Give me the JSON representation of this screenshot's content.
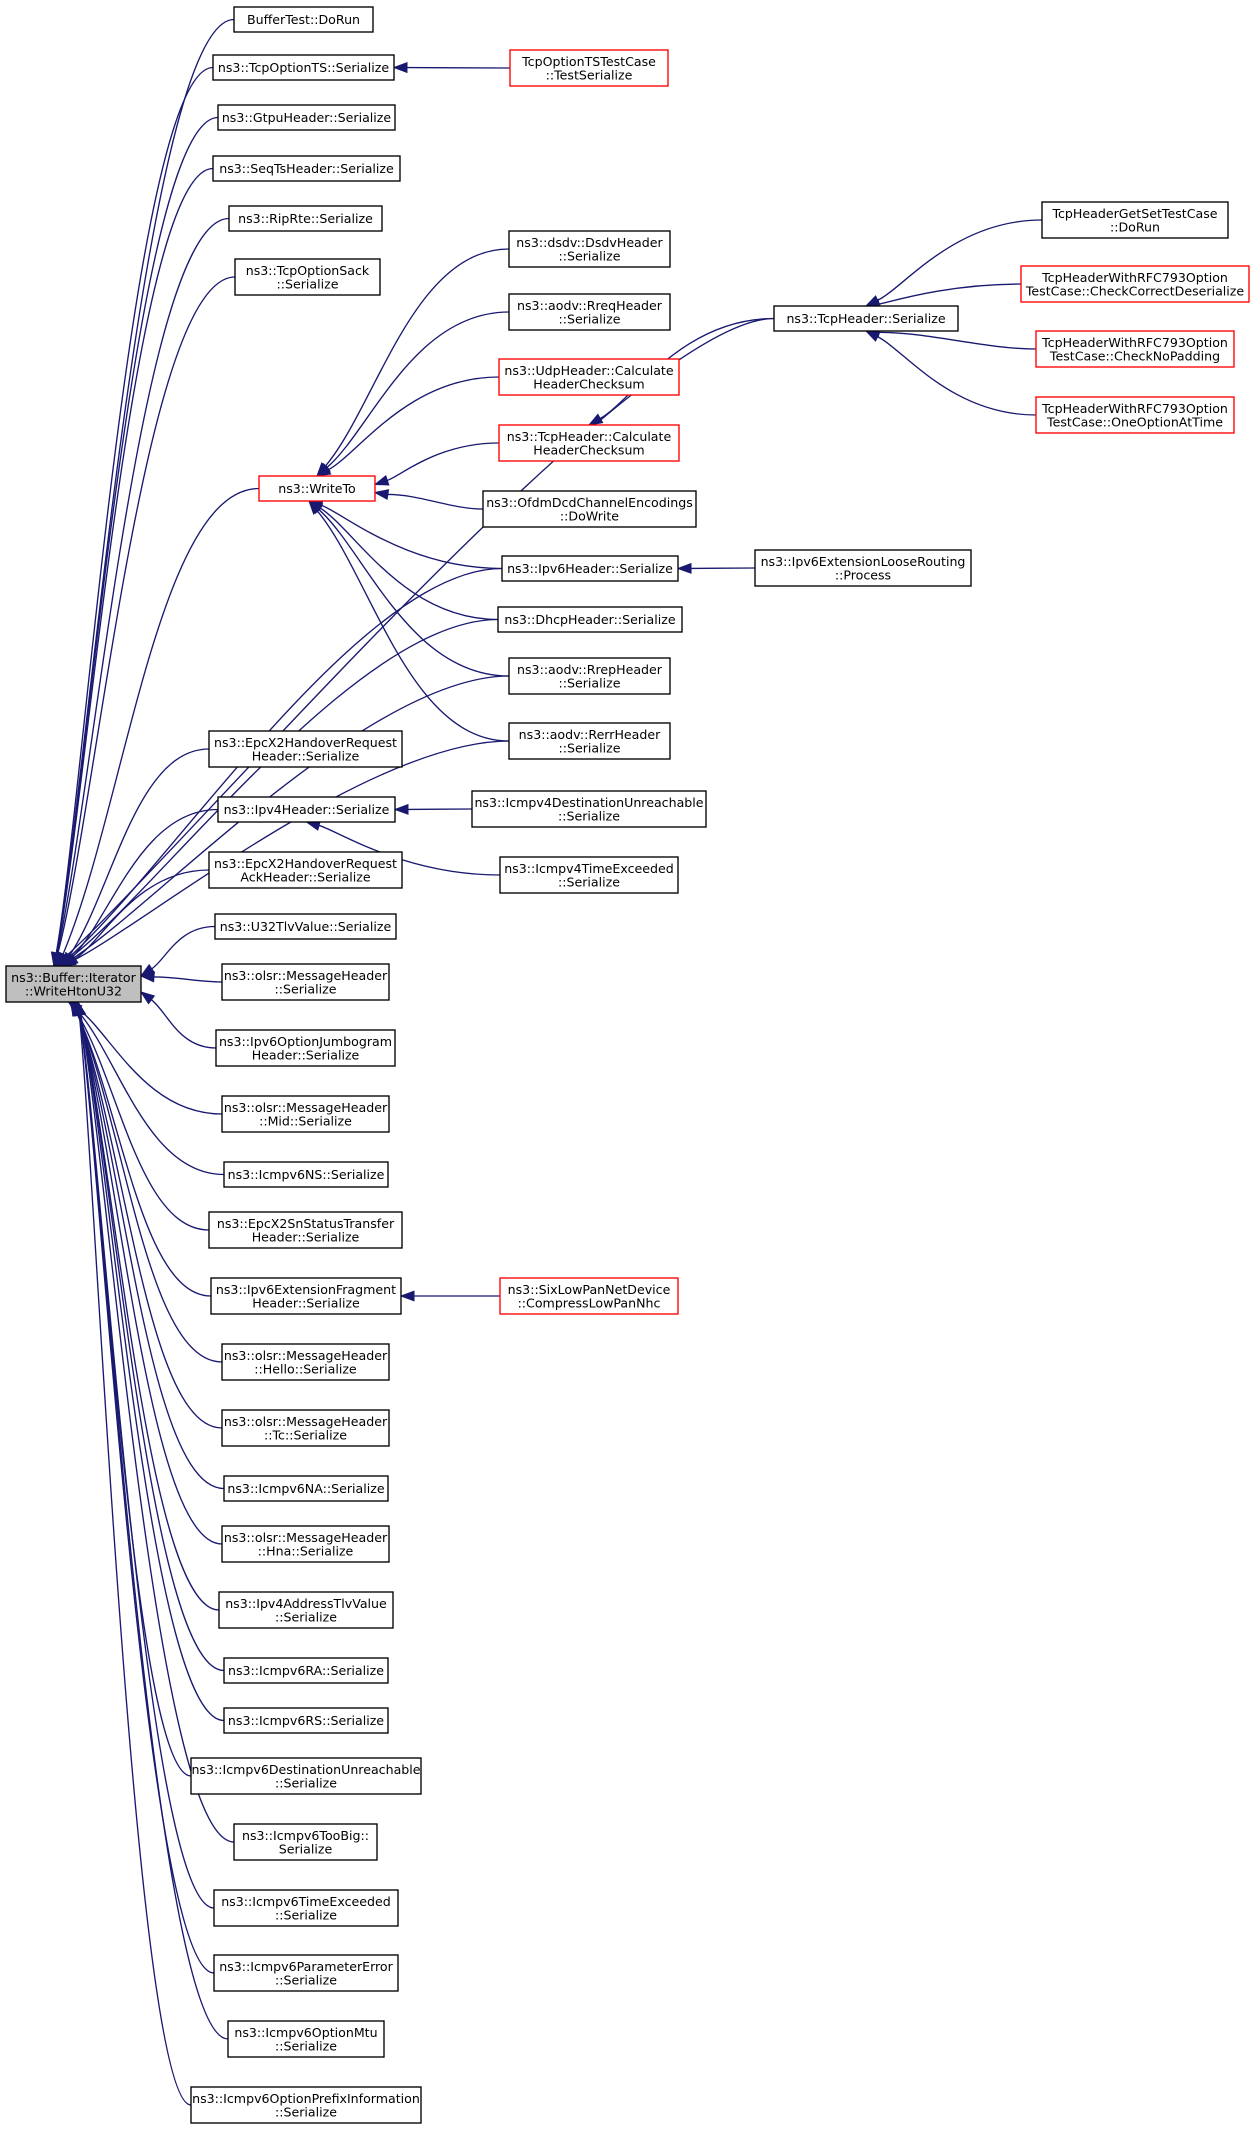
{
  "diagram": {
    "title": "",
    "colors": {
      "edge": "#191970",
      "node_border": "#000000",
      "node_border_truncated": "#ff0000",
      "root_fill": "#bfbfbf",
      "node_fill": "#ffffff"
    },
    "root": {
      "id": "root",
      "lines": [
        "ns3::Buffer::Iterator",
        "::WriteHtonU32"
      ]
    },
    "nodes": [
      {
        "id": "bt_dorun",
        "lines": [
          "BufferTest::DoRun"
        ],
        "truncated": false
      },
      {
        "id": "tcpopt_ts",
        "lines": [
          "ns3::TcpOptionTS::Serialize"
        ],
        "truncated": false
      },
      {
        "id": "tcpopt_ts_test",
        "lines": [
          "TcpOptionTSTestCase",
          "::TestSerialize"
        ],
        "truncated": true
      },
      {
        "id": "gtpu",
        "lines": [
          "ns3::GtpuHeader::Serialize"
        ],
        "truncated": false
      },
      {
        "id": "seqts",
        "lines": [
          "ns3::SeqTsHeader::Serialize"
        ],
        "truncated": false
      },
      {
        "id": "riprte",
        "lines": [
          "ns3::RipRte::Serialize"
        ],
        "truncated": false
      },
      {
        "id": "tcpsack",
        "lines": [
          "ns3::TcpOptionSack",
          "::Serialize"
        ],
        "truncated": false
      },
      {
        "id": "dsdv",
        "lines": [
          "ns3::dsdv::DsdvHeader",
          "::Serialize"
        ],
        "truncated": false
      },
      {
        "id": "aodv_rreq",
        "lines": [
          "ns3::aodv::RreqHeader",
          "::Serialize"
        ],
        "truncated": false
      },
      {
        "id": "udp_csum",
        "lines": [
          "ns3::UdpHeader::Calculate",
          "HeaderChecksum"
        ],
        "truncated": true
      },
      {
        "id": "tcp_csum",
        "lines": [
          "ns3::TcpHeader::Calculate",
          "HeaderChecksum"
        ],
        "truncated": true
      },
      {
        "id": "writeto",
        "lines": [
          "ns3::WriteTo"
        ],
        "truncated": true
      },
      {
        "id": "ofdm",
        "lines": [
          "ns3::OfdmDcdChannelEncodings",
          "::DoWrite"
        ],
        "truncated": false
      },
      {
        "id": "ipv6hdr",
        "lines": [
          "ns3::Ipv6Header::Serialize"
        ],
        "truncated": false
      },
      {
        "id": "ipv6loose",
        "lines": [
          "ns3::Ipv6ExtensionLooseRouting",
          "::Process"
        ],
        "truncated": false
      },
      {
        "id": "dhcp",
        "lines": [
          "ns3::DhcpHeader::Serialize"
        ],
        "truncated": false
      },
      {
        "id": "aodv_rrep",
        "lines": [
          "ns3::aodv::RrepHeader",
          "::Serialize"
        ],
        "truncated": false
      },
      {
        "id": "aodv_rerr",
        "lines": [
          "ns3::aodv::RerrHeader",
          "::Serialize"
        ],
        "truncated": false
      },
      {
        "id": "tcphdr",
        "lines": [
          "ns3::TcpHeader::Serialize"
        ],
        "truncated": false
      },
      {
        "id": "tcp_getset",
        "lines": [
          "TcpHeaderGetSetTestCase",
          "::DoRun"
        ],
        "truncated": false
      },
      {
        "id": "tcp_ccd",
        "lines": [
          "TcpHeaderWithRFC793Option",
          "TestCase::CheckCorrectDeserialize"
        ],
        "truncated": true
      },
      {
        "id": "tcp_cnp",
        "lines": [
          "TcpHeaderWithRFC793Option",
          "TestCase::CheckNoPadding"
        ],
        "truncated": true
      },
      {
        "id": "tcp_ooat",
        "lines": [
          "TcpHeaderWithRFC793Option",
          "TestCase::OneOptionAtTime"
        ],
        "truncated": true
      },
      {
        "id": "epc_hr",
        "lines": [
          "ns3::EpcX2HandoverRequest",
          "Header::Serialize"
        ],
        "truncated": false
      },
      {
        "id": "ipv4hdr",
        "lines": [
          "ns3::Ipv4Header::Serialize"
        ],
        "truncated": false
      },
      {
        "id": "icmpv4_du",
        "lines": [
          "ns3::Icmpv4DestinationUnreachable",
          "::Serialize"
        ],
        "truncated": false
      },
      {
        "id": "icmpv4_te",
        "lines": [
          "ns3::Icmpv4TimeExceeded",
          "::Serialize"
        ],
        "truncated": false
      },
      {
        "id": "epc_hra",
        "lines": [
          "ns3::EpcX2HandoverRequest",
          "AckHeader::Serialize"
        ],
        "truncated": false
      },
      {
        "id": "u32tlv",
        "lines": [
          "ns3::U32TlvValue::Serialize"
        ],
        "truncated": false
      },
      {
        "id": "olsr_mh",
        "lines": [
          "ns3::olsr::MessageHeader",
          "::Serialize"
        ],
        "truncated": false
      },
      {
        "id": "ipv6jumbo",
        "lines": [
          "ns3::Ipv6OptionJumbogram",
          "Header::Serialize"
        ],
        "truncated": false
      },
      {
        "id": "olsr_mid",
        "lines": [
          "ns3::olsr::MessageHeader",
          "::Mid::Serialize"
        ],
        "truncated": false
      },
      {
        "id": "icmpv6ns",
        "lines": [
          "ns3::Icmpv6NS::Serialize"
        ],
        "truncated": false
      },
      {
        "id": "epc_snst",
        "lines": [
          "ns3::EpcX2SnStatusTransfer",
          "Header::Serialize"
        ],
        "truncated": false
      },
      {
        "id": "ipv6frag",
        "lines": [
          "ns3::Ipv6ExtensionFragment",
          "Header::Serialize"
        ],
        "truncated": false
      },
      {
        "id": "sixlowpan",
        "lines": [
          "ns3::SixLowPanNetDevice",
          "::CompressLowPanNhc"
        ],
        "truncated": true
      },
      {
        "id": "olsr_hello",
        "lines": [
          "ns3::olsr::MessageHeader",
          "::Hello::Serialize"
        ],
        "truncated": false
      },
      {
        "id": "olsr_tc",
        "lines": [
          "ns3::olsr::MessageHeader",
          "::Tc::Serialize"
        ],
        "truncated": false
      },
      {
        "id": "icmpv6na",
        "lines": [
          "ns3::Icmpv6NA::Serialize"
        ],
        "truncated": false
      },
      {
        "id": "olsr_hna",
        "lines": [
          "ns3::olsr::MessageHeader",
          "::Hna::Serialize"
        ],
        "truncated": false
      },
      {
        "id": "ipv4addrtlv",
        "lines": [
          "ns3::Ipv4AddressTlvValue",
          "::Serialize"
        ],
        "truncated": false
      },
      {
        "id": "icmpv6ra",
        "lines": [
          "ns3::Icmpv6RA::Serialize"
        ],
        "truncated": false
      },
      {
        "id": "icmpv6rs",
        "lines": [
          "ns3::Icmpv6RS::Serialize"
        ],
        "truncated": false
      },
      {
        "id": "icmpv6du",
        "lines": [
          "ns3::Icmpv6DestinationUnreachable",
          "::Serialize"
        ],
        "truncated": false
      },
      {
        "id": "icmpv6tb",
        "lines": [
          "ns3::Icmpv6TooBig::",
          "Serialize"
        ],
        "truncated": false
      },
      {
        "id": "icmpv6te",
        "lines": [
          "ns3::Icmpv6TimeExceeded",
          "::Serialize"
        ],
        "truncated": false
      },
      {
        "id": "icmpv6pe",
        "lines": [
          "ns3::Icmpv6ParameterError",
          "::Serialize"
        ],
        "truncated": false
      },
      {
        "id": "icmpv6mtu",
        "lines": [
          "ns3::Icmpv6OptionMtu",
          "::Serialize"
        ],
        "truncated": false
      },
      {
        "id": "icmpv6pi",
        "lines": [
          "ns3::Icmpv6OptionPrefixInformation",
          "::Serialize"
        ],
        "truncated": false
      }
    ],
    "edges": [
      [
        "bt_dorun",
        "root"
      ],
      [
        "tcpopt_ts",
        "root"
      ],
      [
        "tcpopt_ts_test",
        "tcpopt_ts"
      ],
      [
        "gtpu",
        "root"
      ],
      [
        "seqts",
        "root"
      ],
      [
        "riprte",
        "root"
      ],
      [
        "tcpsack",
        "root"
      ],
      [
        "tcphdr",
        "root"
      ],
      [
        "writeto",
        "root"
      ],
      [
        "dsdv",
        "writeto"
      ],
      [
        "aodv_rreq",
        "writeto"
      ],
      [
        "udp_csum",
        "writeto"
      ],
      [
        "tcp_csum",
        "writeto"
      ],
      [
        "ofdm",
        "writeto"
      ],
      [
        "ipv6hdr",
        "writeto"
      ],
      [
        "dhcp",
        "writeto"
      ],
      [
        "aodv_rrep",
        "writeto"
      ],
      [
        "aodv_rerr",
        "writeto"
      ],
      [
        "tcphdr",
        "tcp_csum"
      ],
      [
        "tcp_getset",
        "tcphdr"
      ],
      [
        "tcp_ccd",
        "tcphdr"
      ],
      [
        "tcp_cnp",
        "tcphdr"
      ],
      [
        "tcp_ooat",
        "tcphdr"
      ],
      [
        "ipv6loose",
        "ipv6hdr"
      ],
      [
        "ipv6hdr",
        "root"
      ],
      [
        "dhcp",
        "root"
      ],
      [
        "aodv_rrep",
        "root"
      ],
      [
        "aodv_rerr",
        "root"
      ],
      [
        "epc_hr",
        "root"
      ],
      [
        "ipv4hdr",
        "root"
      ],
      [
        "icmpv4_du",
        "ipv4hdr"
      ],
      [
        "icmpv4_te",
        "ipv4hdr"
      ],
      [
        "epc_hra",
        "root"
      ],
      [
        "u32tlv",
        "root"
      ],
      [
        "olsr_mh",
        "root"
      ],
      [
        "ipv6jumbo",
        "root"
      ],
      [
        "olsr_mid",
        "root"
      ],
      [
        "icmpv6ns",
        "root"
      ],
      [
        "epc_snst",
        "root"
      ],
      [
        "ipv6frag",
        "root"
      ],
      [
        "sixlowpan",
        "ipv6frag"
      ],
      [
        "olsr_hello",
        "root"
      ],
      [
        "olsr_tc",
        "root"
      ],
      [
        "icmpv6na",
        "root"
      ],
      [
        "olsr_hna",
        "root"
      ],
      [
        "ipv4addrtlv",
        "root"
      ],
      [
        "icmpv6ra",
        "root"
      ],
      [
        "icmpv6rs",
        "root"
      ],
      [
        "icmpv6du",
        "root"
      ],
      [
        "icmpv6tb",
        "root"
      ],
      [
        "icmpv6te",
        "root"
      ],
      [
        "icmpv6pe",
        "root"
      ],
      [
        "icmpv6mtu",
        "root"
      ],
      [
        "icmpv6pi",
        "root"
      ]
    ]
  }
}
